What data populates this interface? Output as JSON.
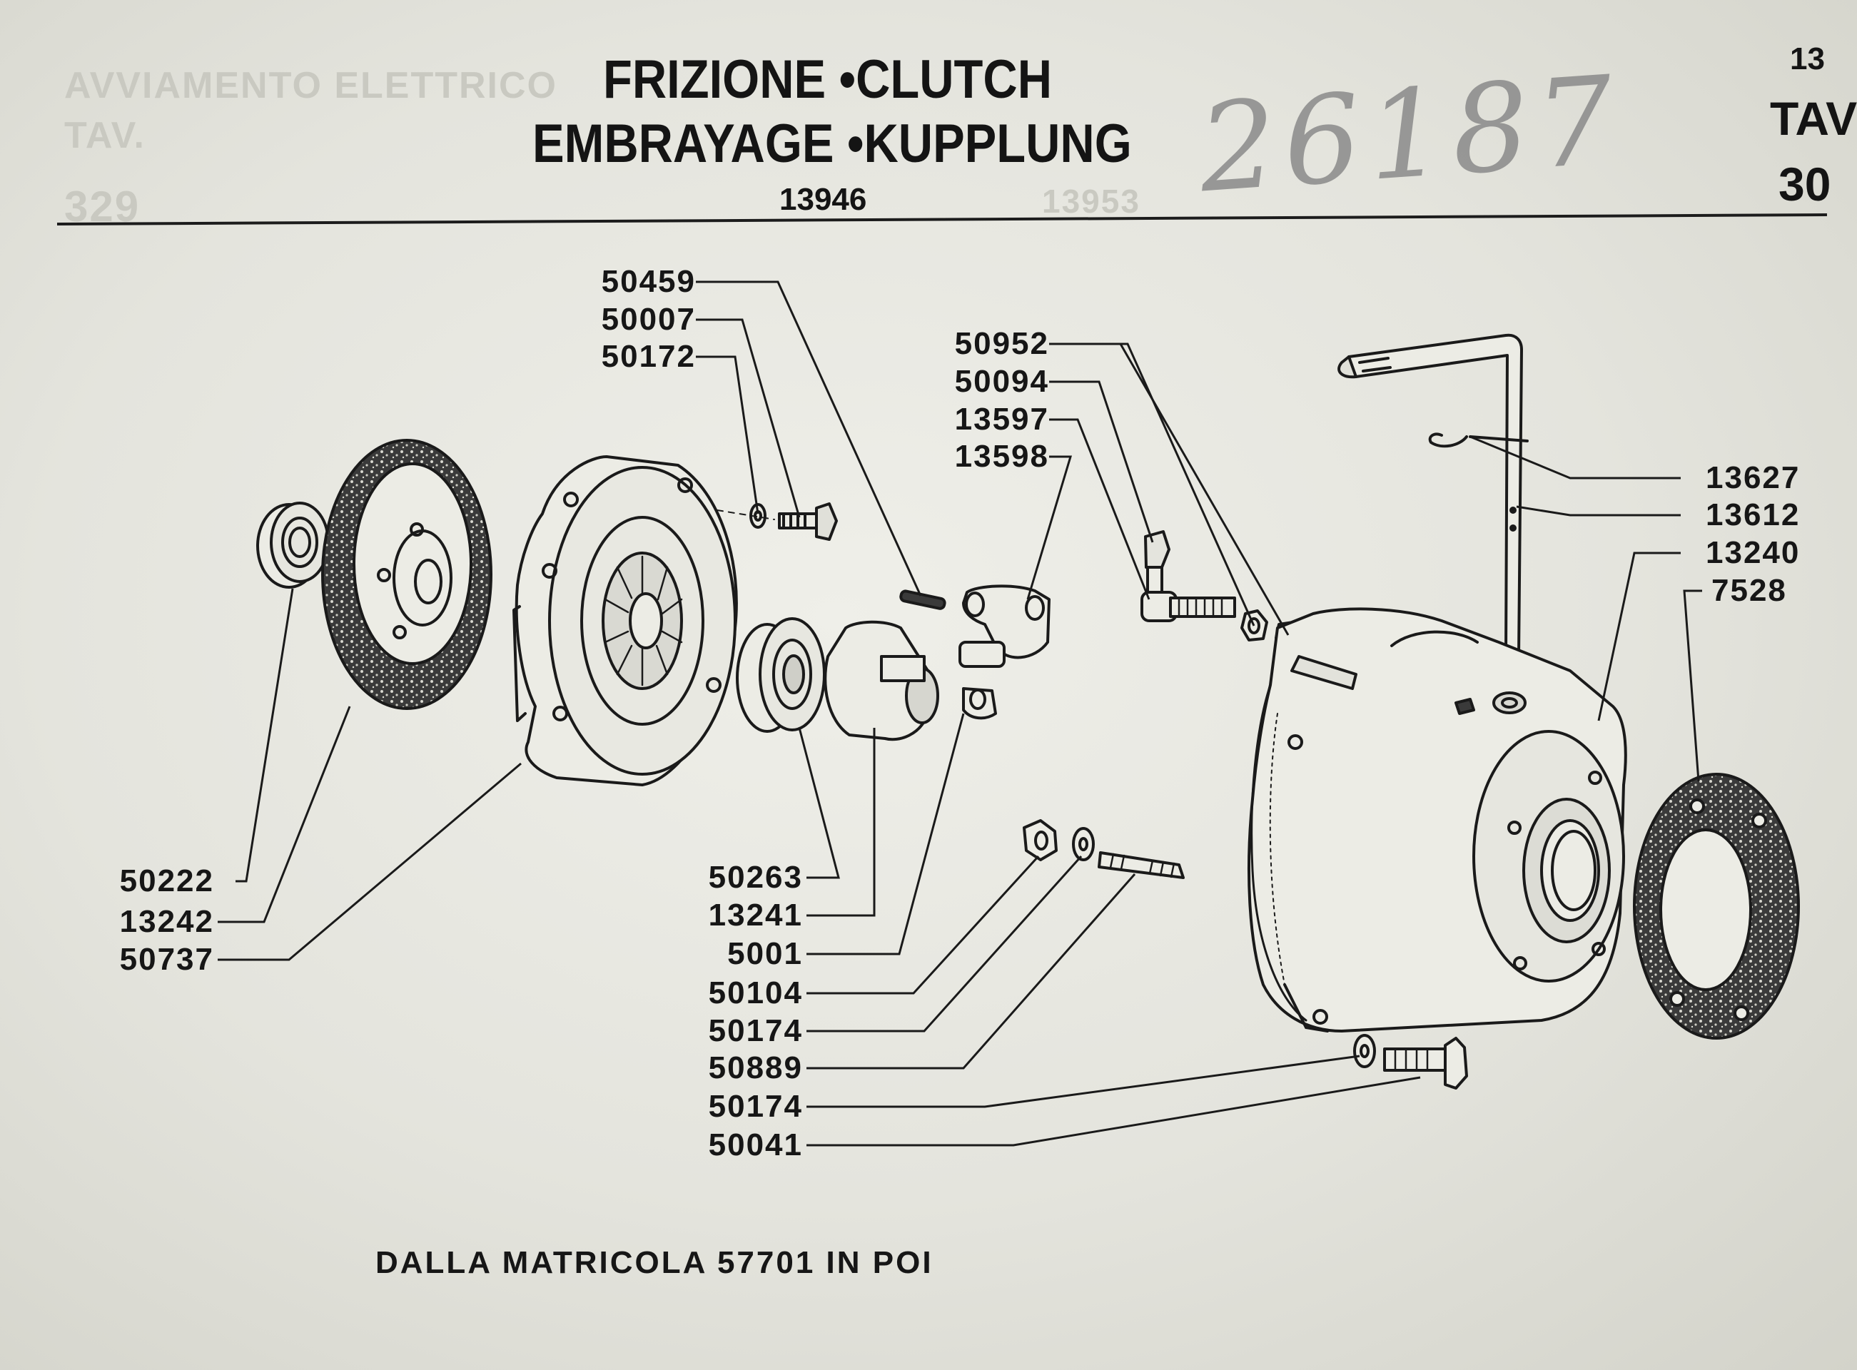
{
  "header": {
    "title_line1": "FRIZIONE •CLUTCH",
    "title_line2": "EMBRAYAGE •KUPPLUNG",
    "code": "13946",
    "handwritten_note": "26187",
    "right_edge": [
      "13",
      "TAV",
      "30"
    ]
  },
  "bleed_through": {
    "left_text_1": "AVVIAMENTO ELETTRICO",
    "left_text_2": "TAV.",
    "left_code": "329",
    "mid_text": "13953"
  },
  "parts": {
    "p50459": "50459",
    "p50007": "50007",
    "p50172": "50172",
    "p50952": "50952",
    "p50094": "50094",
    "p13597": "13597",
    "p13598": "13598",
    "p13627": "13627",
    "p13612": "13612",
    "p13240": "13240",
    "p7528": "7528",
    "p50222": "50222",
    "p13242": "13242",
    "p50737": "50737",
    "p50263": "50263",
    "p13241": "13241",
    "p5001": "5001",
    "p50104": "50104",
    "p50174a": "50174",
    "p50889": "50889",
    "p50174b": "50174",
    "p50041": "50041"
  },
  "footer_note": "DALLA MATRICOLA 57701 IN POI"
}
